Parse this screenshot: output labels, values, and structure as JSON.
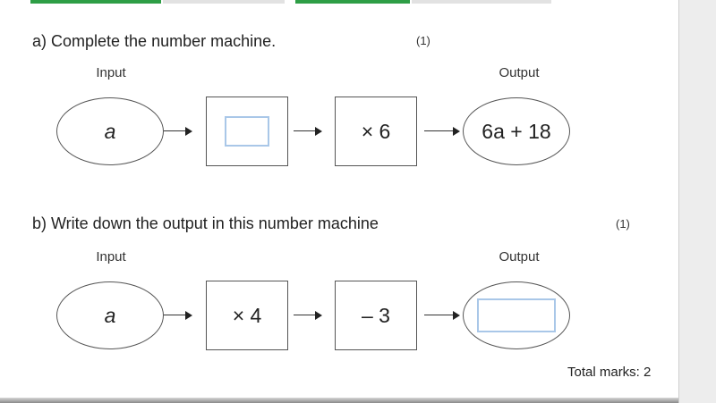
{
  "question_a": {
    "text": "a) Complete the number machine.",
    "marks": "(1)",
    "input_label": "Input",
    "output_label": "Output",
    "input_value": "a",
    "operation_2": "× 6",
    "output_value": "6a + 18",
    "answer_value": ""
  },
  "question_b": {
    "text": "b) Write down the output in this number machine",
    "marks": "(1)",
    "input_label": "Input",
    "output_label": "Output",
    "input_value": "a",
    "operation_1": "× 4",
    "operation_2": "– 3",
    "answer_value": ""
  },
  "footer": {
    "total_marks": "Total marks: 2"
  },
  "colors": {
    "progress_complete": "#2e9e46",
    "progress_pending": "#e2e2e2",
    "input_border": "#a9c7e8"
  },
  "icons": [
    "arrow-right-icon"
  ]
}
